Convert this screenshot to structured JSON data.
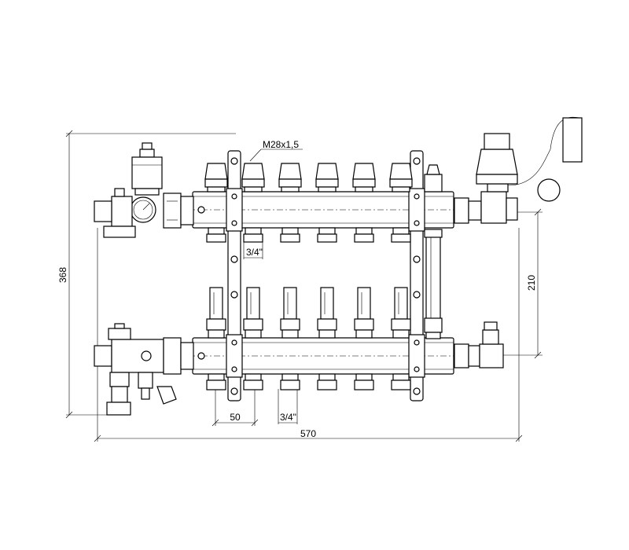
{
  "drawing": {
    "title": "",
    "dimensions": {
      "overall_width": "570",
      "overall_height": "368",
      "bar_spacing": "210",
      "outlet_pitch": "50",
      "outlet_thread_top": "3/4\"",
      "outlet_thread_bottom": "3/4\"",
      "nut_thread": "M28x1,5"
    },
    "outlets_per_bar": 6,
    "colors": {
      "line": "#000000",
      "background": "#ffffff"
    }
  }
}
